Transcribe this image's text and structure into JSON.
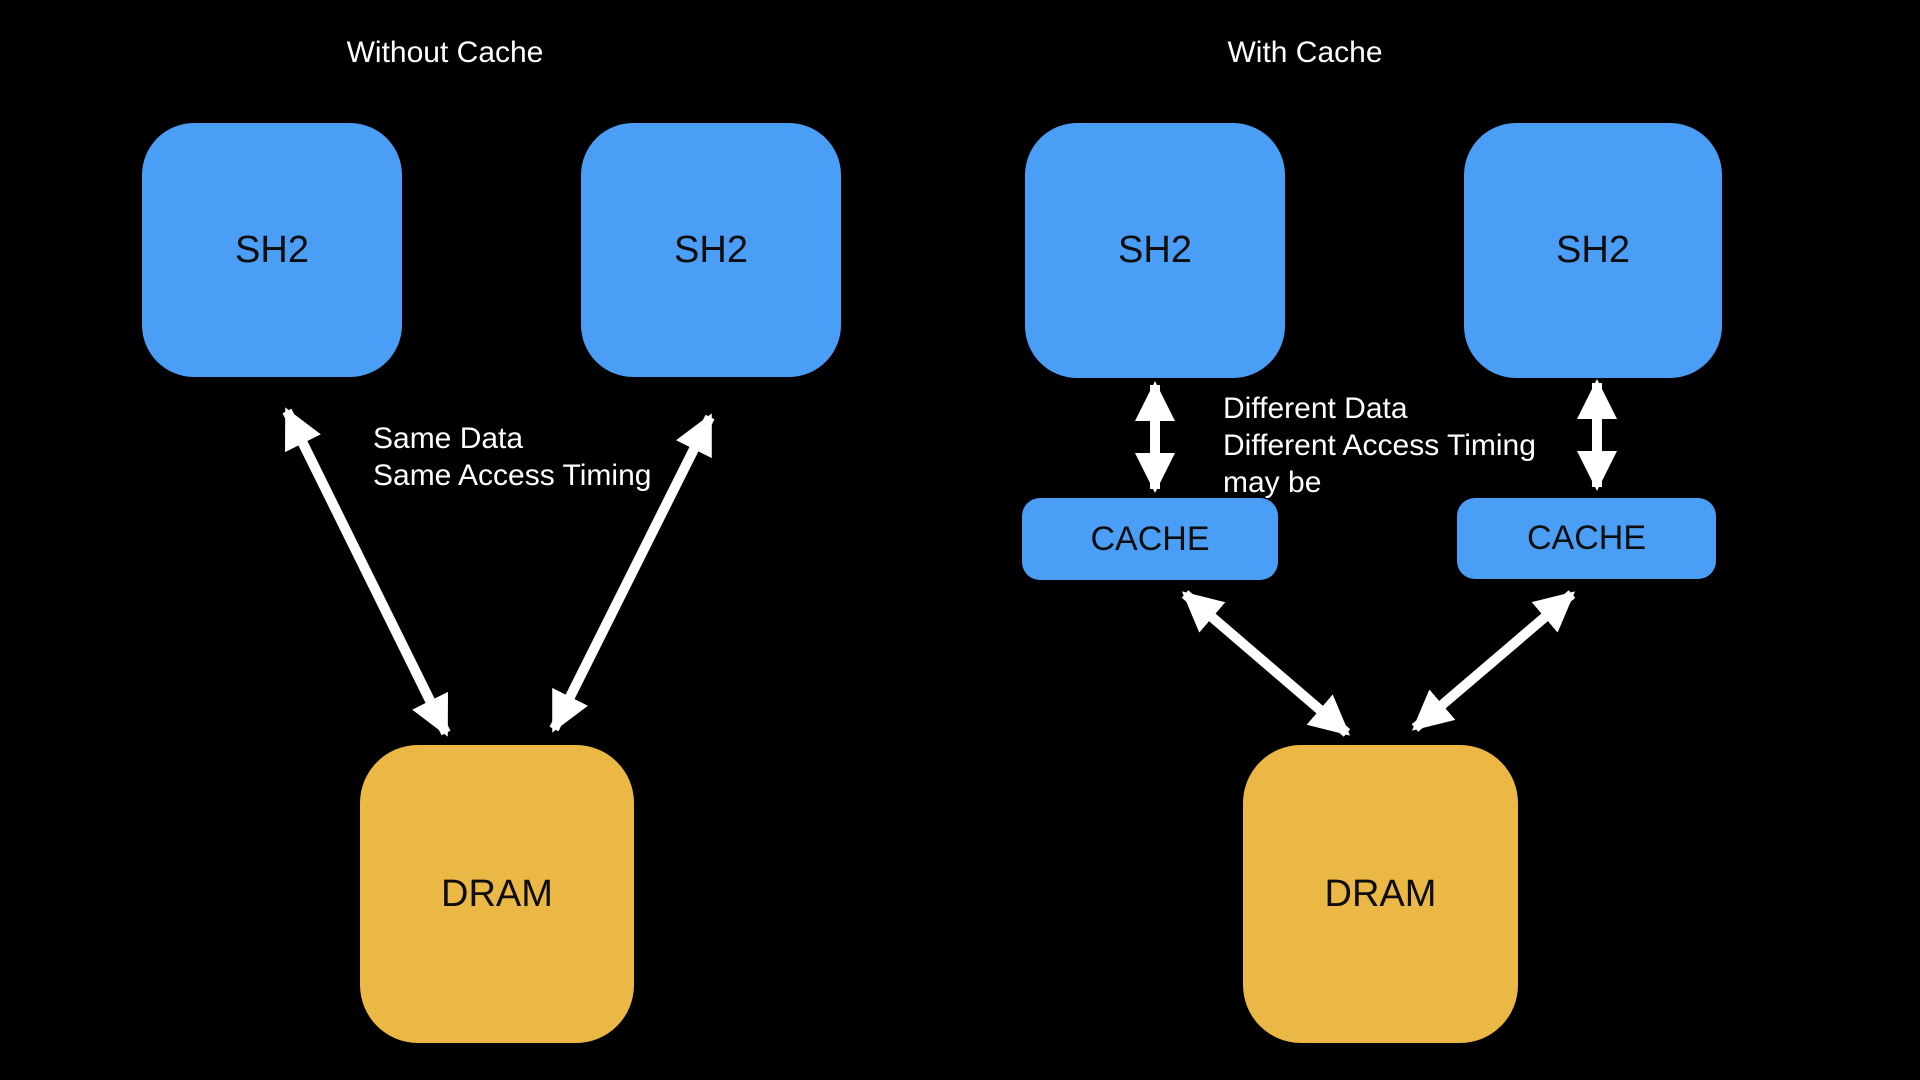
{
  "diagram": {
    "background_color": "#000000",
    "colors": {
      "cpu_box": "#4A9EF5",
      "cache_box": "#4A9EF5",
      "dram_box": "#EBB845",
      "arrow": "#FFFFFF",
      "annotation_text": "#FFFFFF",
      "box_label_text": "#0D0D0D"
    },
    "left_panel": {
      "title": "Without Cache",
      "cpu1_label": "SH2",
      "cpu2_label": "SH2",
      "dram_label": "DRAM",
      "annotation_line1": "Same Data",
      "annotation_line2": "Same Access Timing"
    },
    "right_panel": {
      "title": "With Cache",
      "cpu1_label": "SH2",
      "cpu2_label": "SH2",
      "cache1_label": "CACHE",
      "cache2_label": "CACHE",
      "dram_label": "DRAM",
      "annotation_line1": "Different Data",
      "annotation_line2": "Different Access Timing",
      "annotation_line3": "may be"
    }
  }
}
